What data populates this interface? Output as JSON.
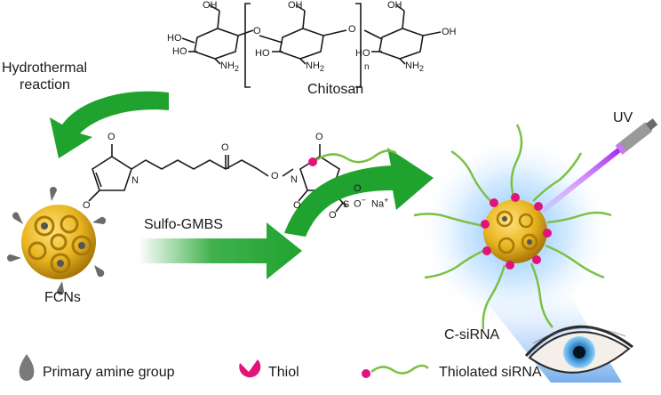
{
  "chitosan": {
    "name": "Chitosan",
    "atoms": {
      "oh": "OH",
      "ho": "HO",
      "o": "O",
      "nh2": "NH",
      "sub2": "2",
      "n": "n"
    }
  },
  "hydrothermal": {
    "line1": "Hydrothermal",
    "line2": "reaction"
  },
  "crosslinker": {
    "name": "Sulfo-GMBS",
    "atoms": {
      "o": "O",
      "n": "N",
      "s": "S",
      "ominus": "O",
      "minus": "−",
      "na": "Na",
      "plus": "+"
    }
  },
  "labels": {
    "fcns": "FCNs",
    "csirna": "C-siRNA",
    "uv": "UV"
  },
  "legend": {
    "items": [
      {
        "label": "Primary amine group",
        "icon": "amine-drop-icon"
      },
      {
        "label": "Thiol",
        "icon": "thiol-icon"
      },
      {
        "label": "Thiolated siRNA",
        "icon": "thiolated-sirna-icon"
      }
    ]
  },
  "colors": {
    "arrow_green": "#1fa32e",
    "cage_gold": "#e8b520",
    "thiol_pink": "#e0147a",
    "rna_green": "#7bc043",
    "uv_violet": "#a020f0",
    "glow_blue": "#5fb0ff"
  }
}
